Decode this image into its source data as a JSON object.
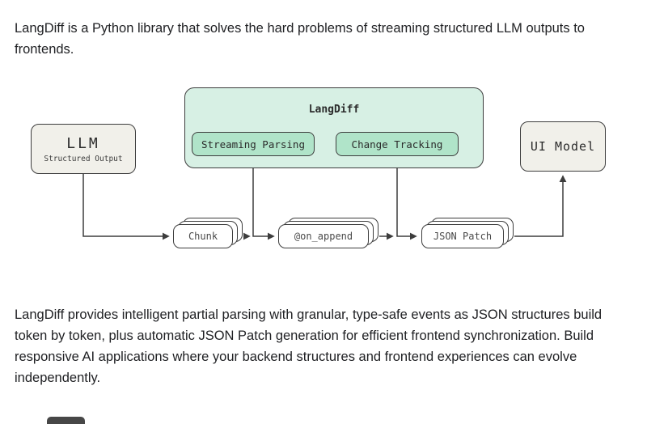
{
  "intro": {
    "text": "LangDiff is a Python library that solves the hard problems of streaming structured LLM outputs to frontends."
  },
  "diagram": {
    "llm": {
      "title": "LLM",
      "subtitle": "Structured Output"
    },
    "langdiff": {
      "title": "LangDiff",
      "modules": [
        {
          "label": "Streaming Parsing"
        },
        {
          "label": "Change Tracking"
        }
      ]
    },
    "ui_model": {
      "title": "UI Model"
    },
    "cards": [
      {
        "label": "Chunk"
      },
      {
        "label": "@on_append"
      },
      {
        "label": "JSON Patch"
      }
    ],
    "flow": "LLM -> Chunk -> Streaming Parsing -> @on_append -> Change Tracking -> JSON Patch -> UI Model"
  },
  "description": {
    "text": "LangDiff provides intelligent partial parsing with granular, type-safe events as JSON structures build token by token, plus automatic JSON Patch generation for efficient frontend synchronization. Build responsive AI applications where your backend structures and frontend experiences can evolve independently."
  },
  "colors": {
    "box_fill": "#f1f0ea",
    "container_fill": "#d7f0e4",
    "module_fill": "#b0e4c9",
    "card_fill": "#ffffff",
    "border": "#3d3d3d",
    "arrow": "#3d3d3d",
    "text": "#202124"
  }
}
